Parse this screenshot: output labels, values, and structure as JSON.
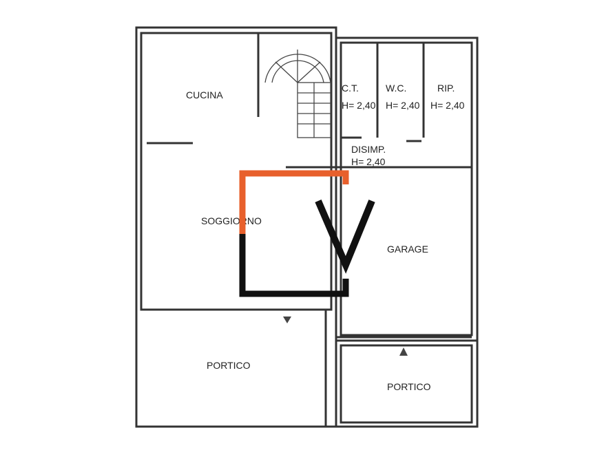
{
  "rooms": {
    "cucina": "CUCINA",
    "soggiorno": "SOGGIORNO",
    "ct": "C.T.",
    "ct_h": "H= 2,40",
    "wc": "W.C.",
    "wc_h": "H= 2,40",
    "rip": "RIP.",
    "rip_h": "H= 2,40",
    "disimp": "DISIMP.",
    "disimp_h": "H= 2,40",
    "garage": "GARAGE",
    "portico_left": "PORTICO",
    "portico_right": "PORTICO"
  },
  "logo": {
    "letter": "V",
    "colors": {
      "accent": "#e8602c",
      "dark": "#111111"
    }
  }
}
